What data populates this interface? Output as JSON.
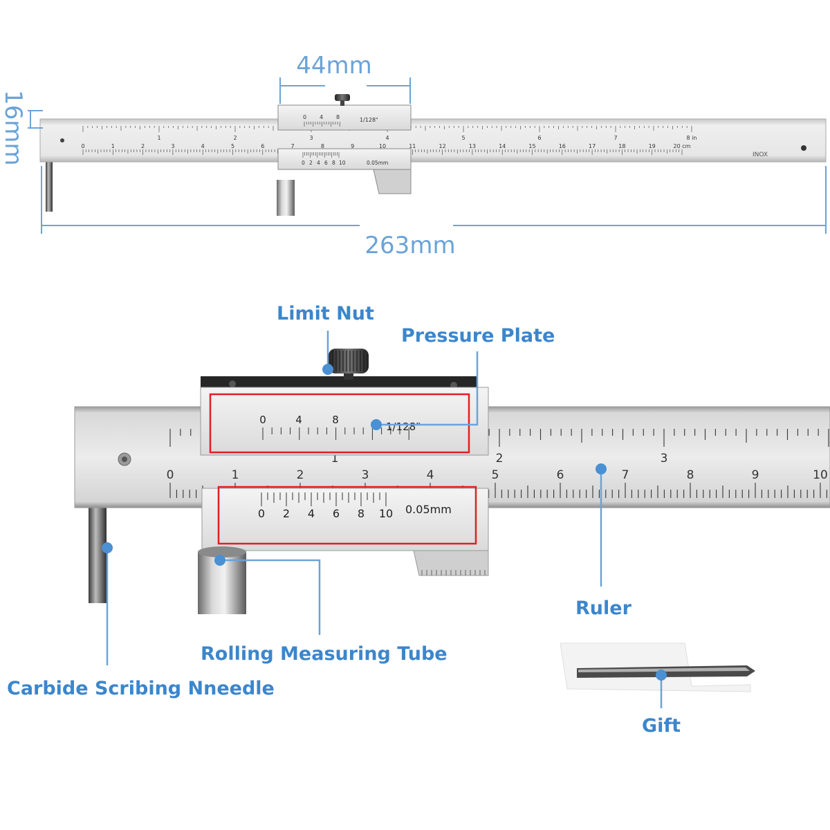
{
  "dimensions": {
    "slider_width": "44mm",
    "ruler_height": "16mm",
    "total_length": "263mm"
  },
  "top_ruler": {
    "cm_numbers": [
      "0",
      "1",
      "2",
      "3",
      "4",
      "5",
      "6",
      "7",
      "8",
      "9",
      "10",
      "11",
      "12",
      "13",
      "14",
      "15",
      "16",
      "17",
      "18",
      "19",
      "20 cm"
    ],
    "inch_numbers": [
      "1",
      "2",
      "3",
      "4",
      "5",
      "6",
      "7",
      "8 in"
    ],
    "slider_inch_scale": [
      "0",
      "4",
      "8"
    ],
    "slider_inch_fraction": "1/128\"",
    "slider_metric_scale": [
      "0",
      "2",
      "4",
      "6",
      "8",
      "10"
    ],
    "slider_metric_resolution": "0.05mm",
    "material_mark": "INOX"
  },
  "detail": {
    "inch_scale": [
      "0",
      "4",
      "8"
    ],
    "inch_fraction": "1/128\"",
    "inch_numbers": [
      "1",
      "2",
      "3"
    ],
    "cm_numbers": [
      "0",
      "1",
      "2",
      "3",
      "4",
      "5",
      "6",
      "7",
      "8",
      "9",
      "10"
    ],
    "vernier_scale": [
      "0",
      "2",
      "4",
      "6",
      "8",
      "10"
    ],
    "vernier_resolution": "0.05mm"
  },
  "callouts": {
    "limit_nut": "Limit Nut",
    "pressure_plate": "Pressure Plate",
    "ruler": "Ruler",
    "rolling_tube": "Rolling Measuring Tube",
    "scribing_needle": "Carbide Scribing Nneedle",
    "gift": "Gift"
  },
  "colors": {
    "annotation_blue": "#3c86cc",
    "dimension_blue": "#6aa3d8",
    "highlight_red": "#e02020",
    "steel": "#dcdcdc"
  }
}
